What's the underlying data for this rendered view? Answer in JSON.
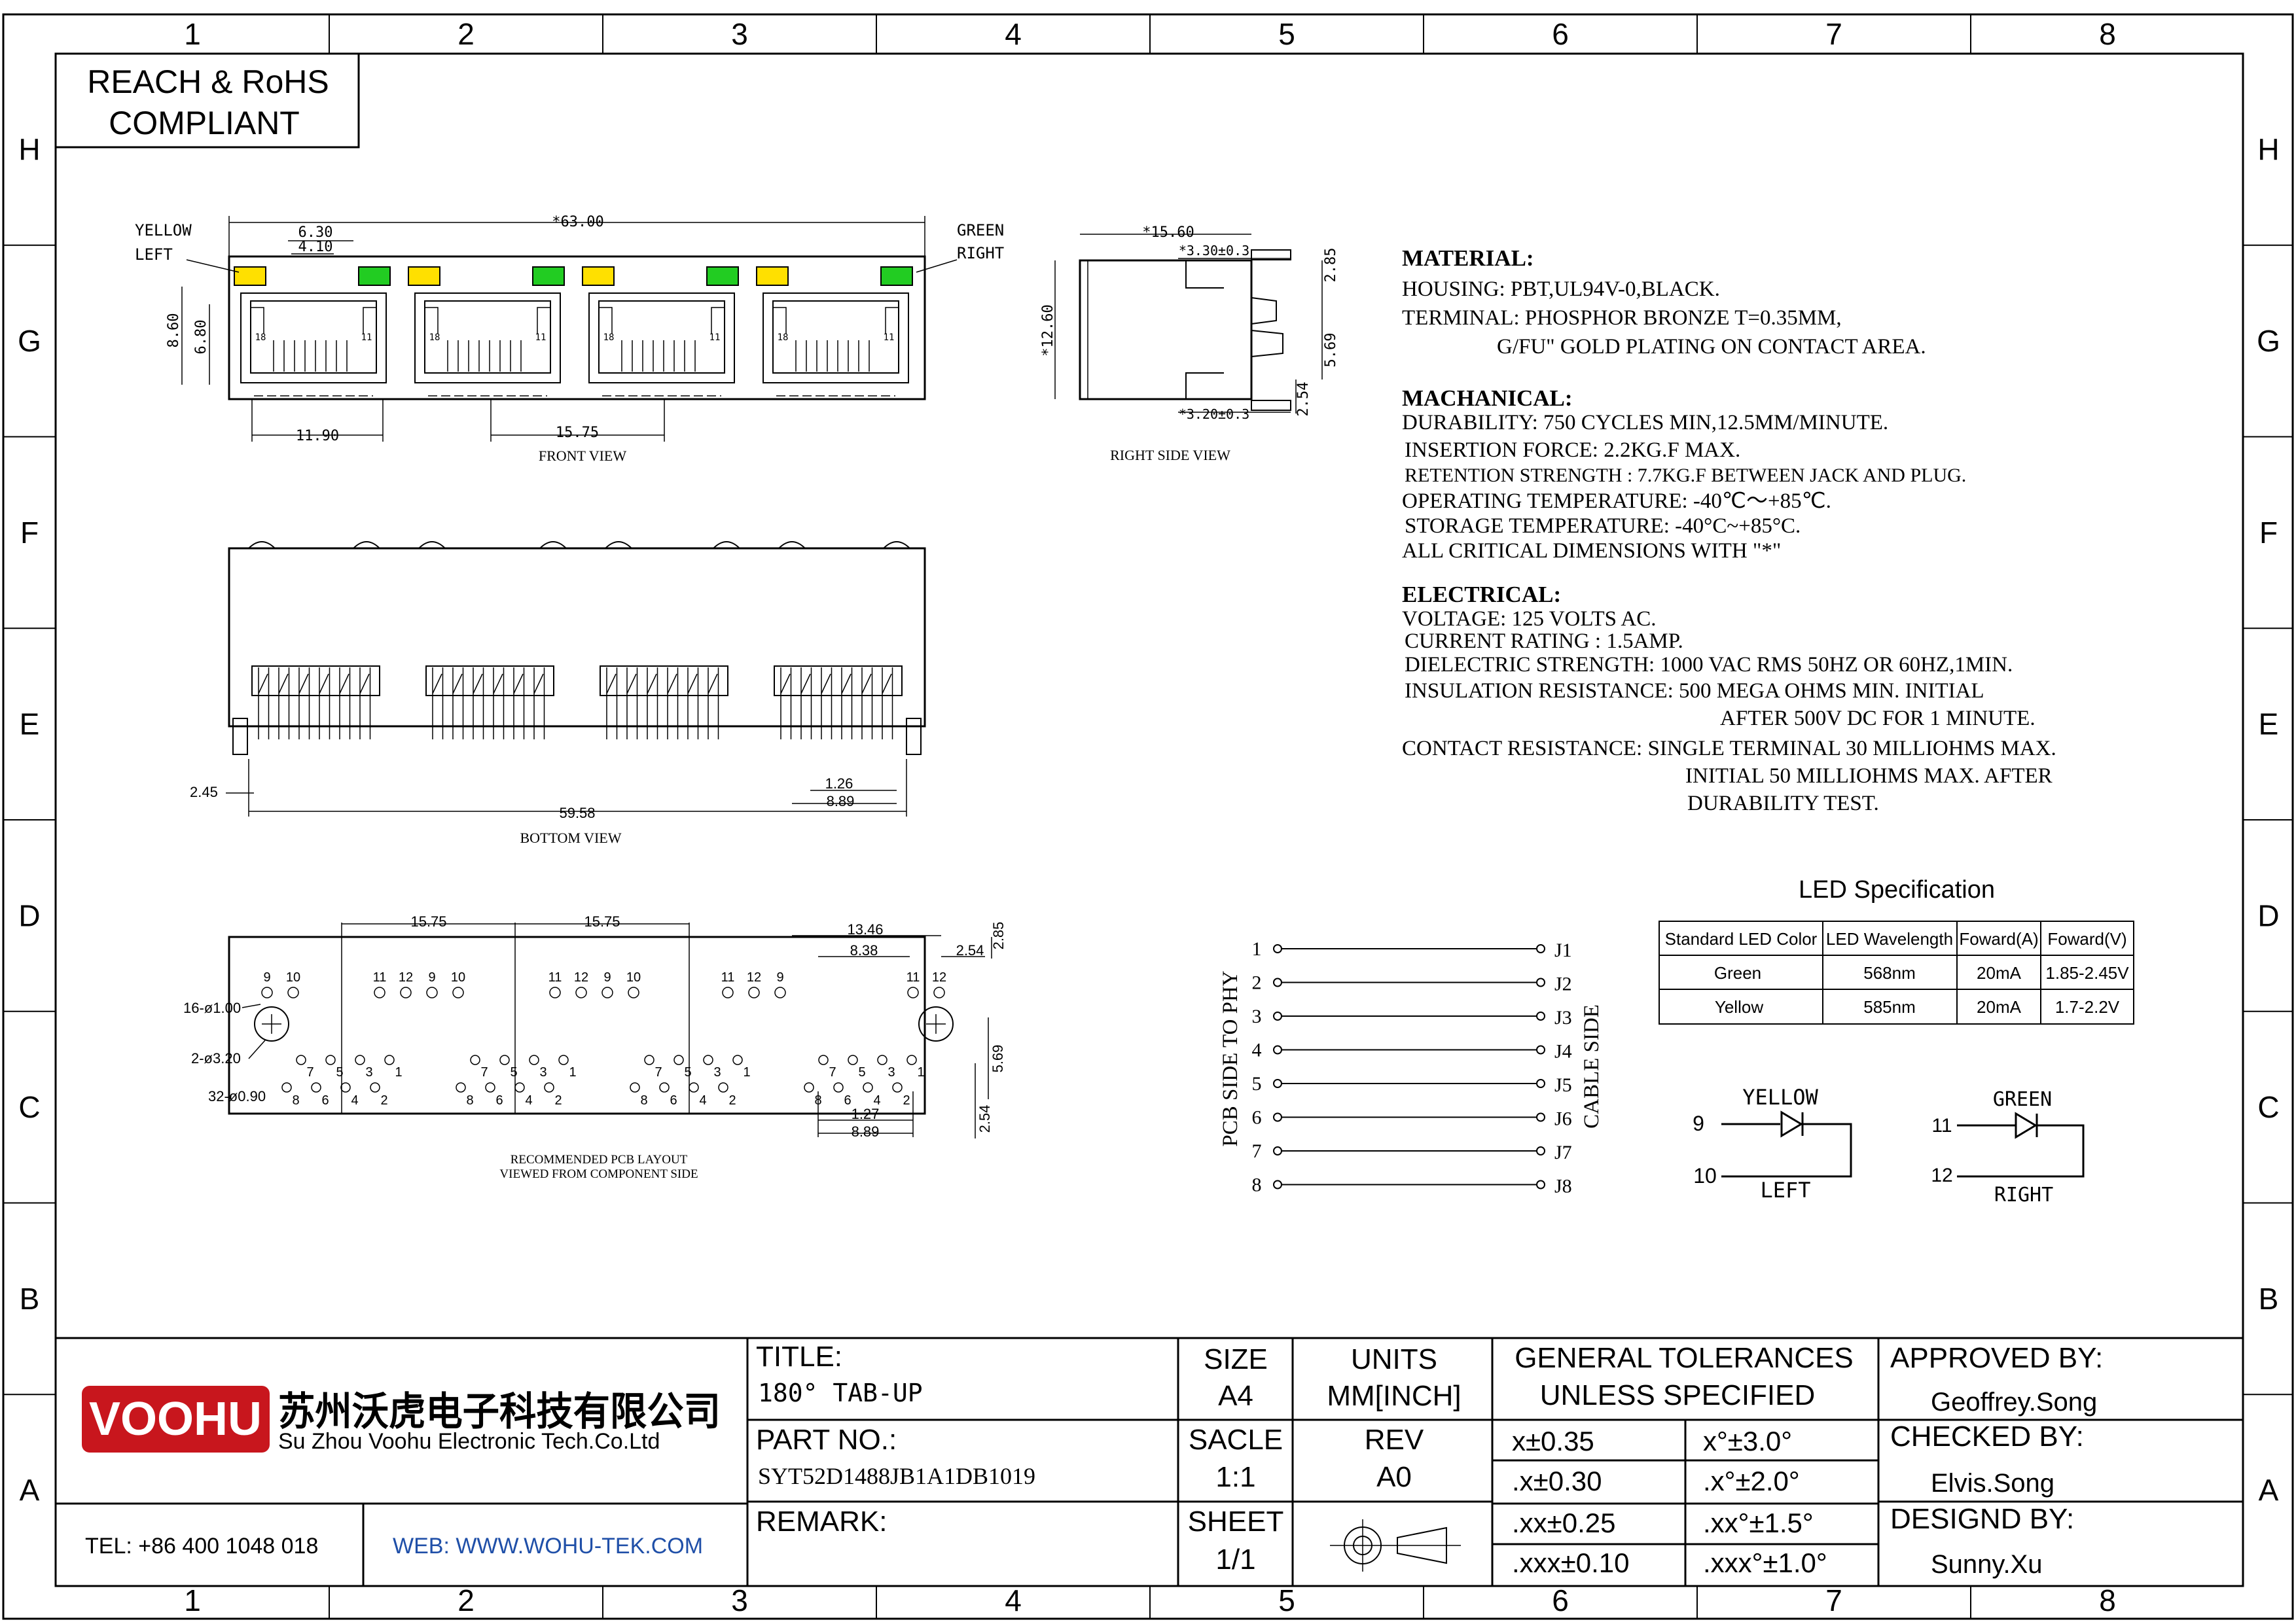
{
  "frame": {
    "columns": [
      "1",
      "2",
      "3",
      "4",
      "5",
      "6",
      "7",
      "8"
    ],
    "rows": [
      "H",
      "G",
      "F",
      "E",
      "D",
      "C",
      "B",
      "A"
    ]
  },
  "compliance": {
    "line1": "REACH & RoHS",
    "line2": "COMPLIANT"
  },
  "front_view": {
    "caption": "FRONT VIEW",
    "led_left_label": [
      "YELLOW",
      "LEFT"
    ],
    "led_right_label": [
      "GREEN",
      "RIGHT"
    ],
    "dims": {
      "overall": "*63.00",
      "d630": "6.30",
      "d410": "4.10",
      "d860": "8.60",
      "d680": "6.80",
      "d1190": "11.90",
      "d1575": "15.75"
    },
    "pin_marks": [
      "18",
      "11"
    ],
    "led_colors": {
      "yellow": "#ffe000",
      "green": "#22cc22"
    }
  },
  "side_view": {
    "caption": "RIGHT SIDE VIEW",
    "dims": {
      "width": "*15.60",
      "top_tab": "*3.30±0.3",
      "bot_tab": "*3.20±0.3",
      "height": "*12.60",
      "d285": "2.85",
      "d569": "5.69",
      "d254": "2.54"
    }
  },
  "bottom_view": {
    "caption": "BOTTOM VIEW",
    "dims": {
      "d245": "2.45",
      "d5958": "59.58",
      "d126": "1.26",
      "d889": "8.89"
    }
  },
  "pcb_layout": {
    "caption_line1": "RECOMMENDED PCB LAYOUT",
    "caption_line2": "VIEWED FROM COMPONENT SIDE",
    "holes": [
      "16-ø1.00",
      "2-ø3.20",
      "32-ø0.90"
    ],
    "dims": {
      "p1575a": "15.75",
      "p1575b": "15.75",
      "p1346": "13.46",
      "p838": "8.38",
      "p254": "2.54",
      "p285": "2.85",
      "p569": "5.69",
      "p254v": "2.54",
      "p127": "1.27",
      "p889": "8.89"
    },
    "top_pin_groups": [
      [
        "9",
        "10"
      ],
      [
        "11",
        "12",
        "9",
        "10"
      ],
      [
        "11",
        "12",
        "9",
        "10"
      ],
      [
        "11",
        "12",
        "9"
      ],
      [
        "11",
        "12"
      ]
    ],
    "row_upper": [
      "7",
      "5",
      "3",
      "1"
    ],
    "row_lower": [
      "8",
      "6",
      "4",
      "2"
    ]
  },
  "specs": {
    "material_title": "MATERIAL:",
    "material": [
      "HOUSING: PBT,UL94V-0,BLACK.",
      "TERMINAL: PHOSPHOR BRONZE T=0.35MM,",
      "G/FU\" GOLD PLATING ON CONTACT AREA."
    ],
    "mechanical_title": "MACHANICAL:",
    "mechanical": [
      "DURABILITY: 750 CYCLES MIN,12.5MM/MINUTE.",
      "INSERTION FORCE: 2.2KG.F MAX.",
      "RETENTION STRENGTH : 7.7KG.F BETWEEN JACK AND PLUG.",
      "OPERATING TEMPERATURE: -40℃～+85℃.",
      "STORAGE TEMPERATURE: -40°C~+85°C.",
      "ALL CRITICAL DIMENSIONS WITH \"*\""
    ],
    "electrical_title": "ELECTRICAL:",
    "electrical": [
      "VOLTAGE: 125 VOLTS AC.",
      "CURRENT RATING : 1.5AMP.",
      "DIELECTRIC STRENGTH: 1000 VAC RMS 50HZ OR 60HZ,1MIN.",
      "INSULATION RESISTANCE: 500 MEGA OHMS MIN. INITIAL",
      "AFTER 500V DC FOR 1 MINUTE.",
      "CONTACT RESISTANCE: SINGLE TERMINAL 30 MILLIOHMS MAX.",
      "INITIAL 50 MILLIOHMS MAX. AFTER",
      "DURABILITY TEST."
    ]
  },
  "led_table": {
    "title": "LED Specification",
    "headers": [
      "Standard LED Color",
      "LED Wavelength",
      "Foward(A)",
      "Foward(V)"
    ],
    "rows": [
      [
        "Green",
        "568nm",
        "20mA",
        "1.85-2.45V"
      ],
      [
        "Yellow",
        "585nm",
        "20mA",
        "1.7-2.2V"
      ]
    ]
  },
  "wiring": {
    "left_label": "PCB SIDE TO PHY",
    "right_label": "CABLE SIDE",
    "left_pins": [
      "1",
      "2",
      "3",
      "4",
      "5",
      "6",
      "7",
      "8"
    ],
    "right_pins": [
      "J1",
      "J2",
      "J3",
      "J4",
      "J5",
      "J6",
      "J7",
      "J8"
    ]
  },
  "leds": {
    "yellow": {
      "name": "YELLOW",
      "pin_a": "9",
      "pin_b": "10",
      "side": "LEFT"
    },
    "green": {
      "name": "GREEN",
      "pin_a": "11",
      "pin_b": "12",
      "side": "RIGHT"
    }
  },
  "title_block": {
    "logo": "VOOHU",
    "company_cn": "苏州沃虎电子科技有限公司",
    "company_en": "Su Zhou Voohu Electronic Tech.Co.Ltd",
    "tel": "TEL: +86 400 1048 018",
    "web": "WEB: WWW.WOHU-TEK.COM",
    "title_label": "TITLE:",
    "title_value": "180° TAB-UP",
    "part_label": "PART NO.:",
    "part_value": "SYT52D1488JB1A1DB1019",
    "remark_label": "REMARK:",
    "size_label": "SIZE",
    "size_value": "A4",
    "units_label": "UNITS",
    "units_value": "MM[INCH]",
    "scale_label": "SACLE",
    "scale_value": "1:1",
    "rev_label": "REV",
    "rev_value": "A0",
    "sheet_label": "SHEET",
    "sheet_value": "1/1",
    "tol_title1": "GENERAL TOLERANCES",
    "tol_title2": "UNLESS SPECIFIED",
    "tolerances": [
      [
        "x±0.35",
        "x°±3.0°"
      ],
      [
        ".x±0.30",
        ".x°±2.0°"
      ],
      [
        ".xx±0.25",
        ".xx°±1.5°"
      ],
      [
        ".xxx±0.10",
        ".xxx°±1.0°"
      ]
    ],
    "approved_label": "APPROVED BY:",
    "approved_value": "Geoffrey.Song",
    "checked_label": "CHECKED BY:",
    "checked_value": "Elvis.Song",
    "designed_label": "DESIGND BY:",
    "designed_value": "Sunny.Xu"
  }
}
